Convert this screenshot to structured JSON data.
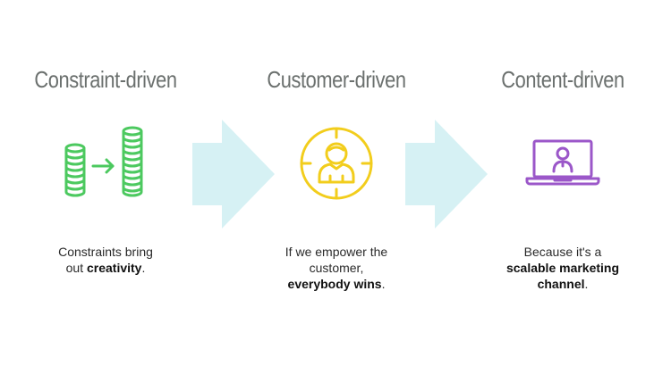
{
  "colors": {
    "title": "#6b706e",
    "arrow": "#d6f1f4",
    "green": "#4cc95f",
    "yellow": "#f2cd1c",
    "purple": "#9b57c9"
  },
  "steps": [
    {
      "title": "Constraint-driven",
      "icon": "coins-transfer-icon",
      "caption": {
        "line1": "Constraints bring",
        "line2_pre": "out ",
        "line2_bold": "creativity",
        "line2_post": "."
      }
    },
    {
      "title": "Customer-driven",
      "icon": "customer-target-icon",
      "caption": {
        "line1": "If we empower the",
        "line2": "customer,",
        "line3_bold": "everybody wins",
        "line3_post": "."
      }
    },
    {
      "title": "Content-driven",
      "icon": "laptop-user-icon",
      "caption": {
        "line1": "Because it's a",
        "line2_bold": "scalable marketing",
        "line3_bold": "channel",
        "line3_post": "."
      }
    }
  ]
}
